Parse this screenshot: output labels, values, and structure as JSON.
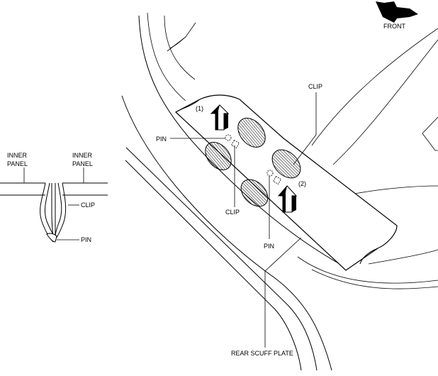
{
  "labels": {
    "front": "FRONT",
    "inner_panel_left": [
      "INNER",
      "PANEL"
    ],
    "inner_panel_right": [
      "INNER",
      "PANEL"
    ],
    "detail_clip": "CLIP",
    "detail_pin": "PIN",
    "clip_top": "CLIP",
    "pin_left": "PIN",
    "clip_bottom": "CLIP",
    "pin_bottom": "PIN",
    "step_1": "(1)",
    "step_2": "(2)",
    "rear_scuff_plate": "REAR SCUFF PLATE"
  }
}
